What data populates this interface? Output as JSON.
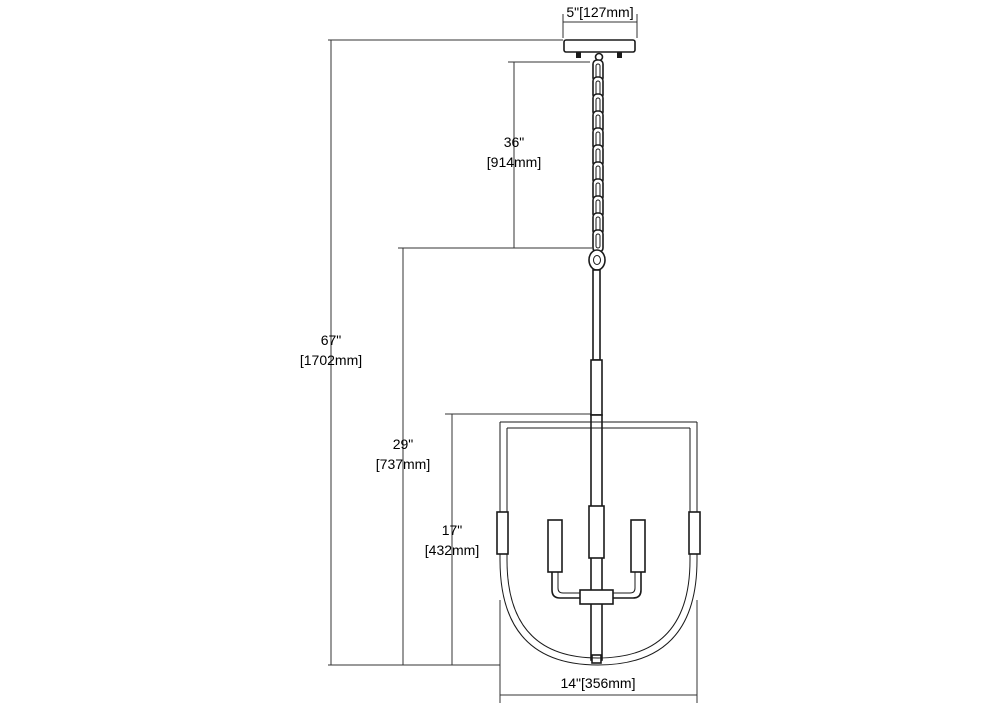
{
  "dimensions": {
    "canopy_width": "5\"[127mm]",
    "chain_length_in": "36\"",
    "chain_length_mm": "[914mm]",
    "overall_height_in": "67\"",
    "overall_height_mm": "[1702mm]",
    "fixture_height_in": "29\"",
    "fixture_height_mm": "[737mm]",
    "shade_height_in": "17\"",
    "shade_height_mm": "[432mm]",
    "shade_width": "14\"[356mm]"
  }
}
